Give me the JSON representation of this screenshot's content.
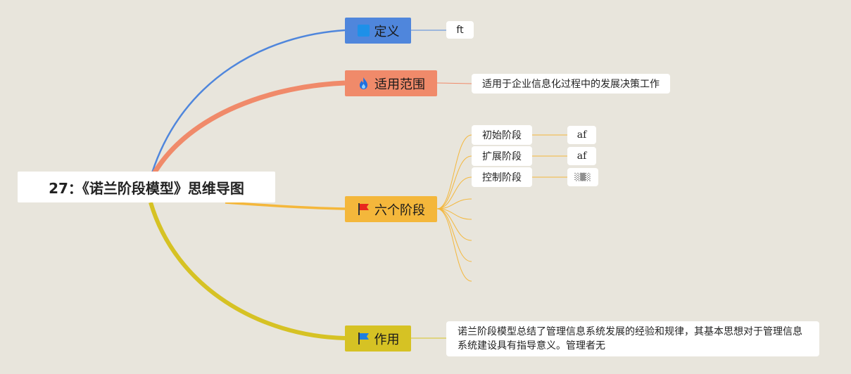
{
  "root": {
    "title": "27：《诺兰阶段模型》思维导图"
  },
  "branches": {
    "definition": {
      "label": "定义",
      "icon": "blue-square-icon",
      "color": "#4f86dc",
      "leaf": "ft"
    },
    "scope": {
      "label": "适用范围",
      "icon": "fire-icon",
      "color": "#f08a6a",
      "leaf": "适用于企业信息化过程中的发展决策工作"
    },
    "six_stages": {
      "label": "六个阶段",
      "icon": "red-flag-icon",
      "color": "#f4b73b",
      "stages": [
        {
          "label": "初始阶段",
          "value": "af"
        },
        {
          "label": "扩展阶段",
          "value": "af"
        },
        {
          "label": "控制阶段",
          "value": "░▒░"
        }
      ]
    },
    "function": {
      "label": "作用",
      "icon": "blue-flag-icon",
      "color": "#d6c224",
      "leaf": "诺兰阶段模型总结了管理信息系统发展的经验和规律，其基本思想对于管理信息系统建设具有指导意义。管理者无"
    }
  }
}
